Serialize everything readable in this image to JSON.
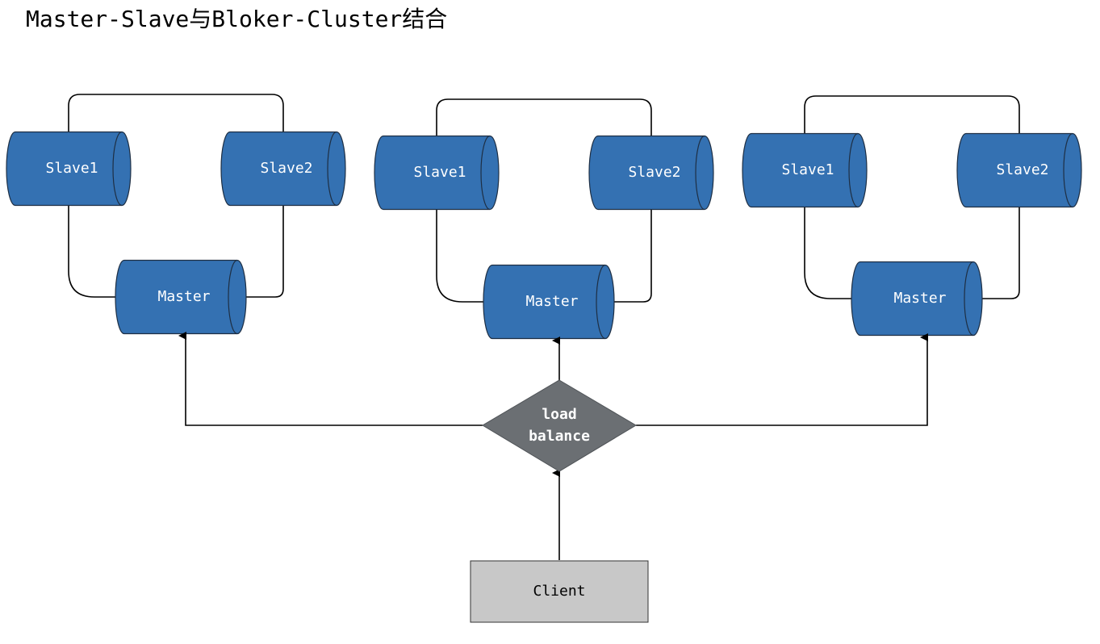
{
  "title": "Master-Slave与Bloker-Cluster结合",
  "colors": {
    "cylinder_fill": "#3471b2",
    "cylinder_stroke": "#1e2f44",
    "node_text": "#ffffff",
    "load_balancer_fill": "#6b6f73",
    "client_fill": "#c8c8c8",
    "client_text": "#000000",
    "connector": "#000000"
  },
  "groups": [
    {
      "slave_left": "Slave1",
      "slave_right": "Slave2",
      "master": "Master"
    },
    {
      "slave_left": "Slave1",
      "slave_right": "Slave2",
      "master": "Master"
    },
    {
      "slave_left": "Slave1",
      "slave_right": "Slave2",
      "master": "Master"
    }
  ],
  "load_balancer": {
    "line1": "load",
    "line2": "balance"
  },
  "client": {
    "label": "Client"
  }
}
